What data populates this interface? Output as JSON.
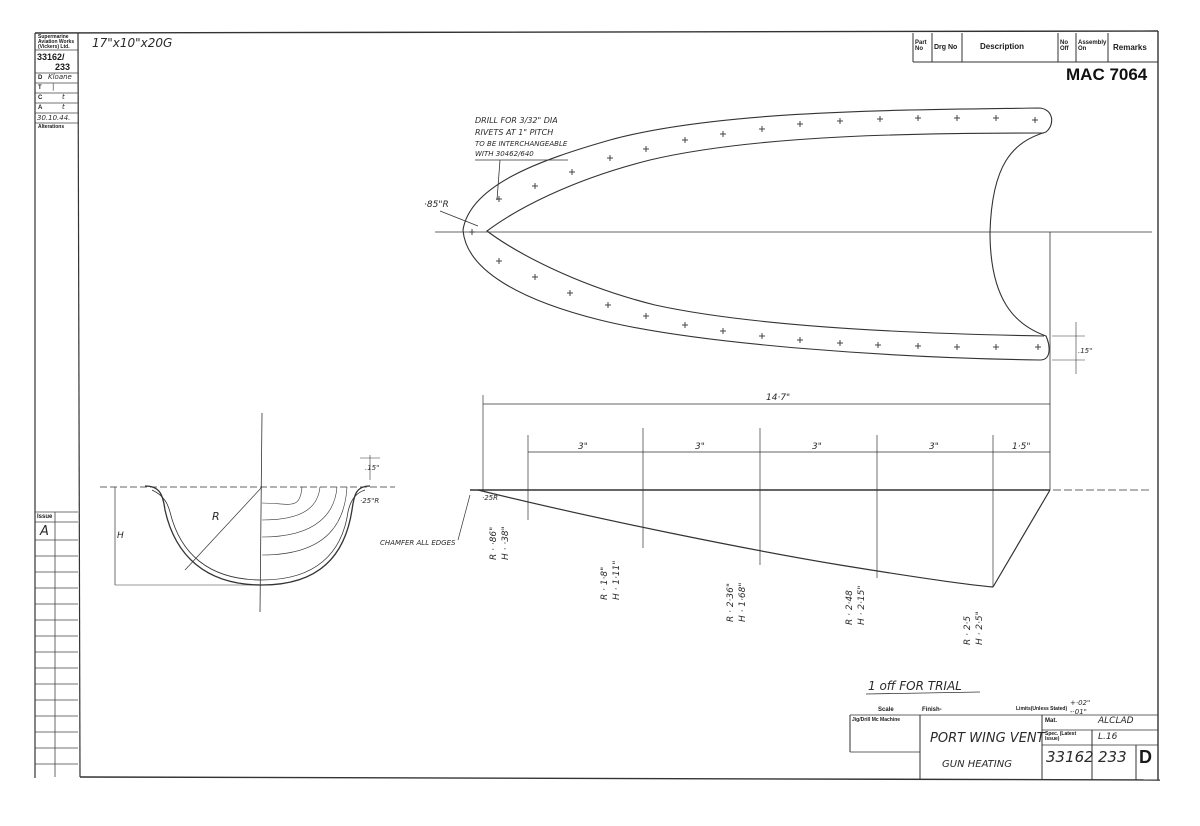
{
  "company": {
    "line1": "Supermarine",
    "line2": "Aviation Works",
    "line3": "(Vickers) Ltd."
  },
  "stock_size": "17\"x10\"x20G",
  "left_block": {
    "drawing_no": "33162/",
    "drawing_sub": "233",
    "rows": [
      {
        "k": "D",
        "v": "Kloane"
      },
      {
        "k": "T",
        "v": "|"
      },
      {
        "k": "C",
        "v": "t"
      },
      {
        "k": "A",
        "v": "t"
      }
    ],
    "date": "30.10.44.",
    "alterations_label": "Alterations",
    "issue_label": "Issue",
    "issue_value": "A"
  },
  "header_table": {
    "part_no": "Part No",
    "drg_no": "Drg No",
    "description": "Description",
    "no_off": "No Off",
    "assembly_on": "Assembly On",
    "remarks": "Remarks"
  },
  "drawing_id": "MAC 7064",
  "notes": {
    "drill_1": "DRILL FOR 3/32\" DIA",
    "drill_2": "RIVETS AT 1\" PITCH",
    "drill_3": "TO BE INTERCHANGEABLE",
    "drill_4": "WITH 30462/640",
    "radius_85": "·85\"R",
    "chamfer": "CHAMFER ALL EDGES",
    "r_small": "·25R",
    "r_small_b": "·25\"R",
    "r_label": "R",
    "h_label": "H",
    "top_small_dim": ".15\"",
    "right_small_dim": ".15\"",
    "trial": "1 off FOR TRIAL"
  },
  "dimensions": {
    "overall": "14·7\"",
    "seg1": "3\"",
    "seg2": "3\"",
    "seg3": "3\"",
    "seg4": "3\"",
    "seg5": "1·5\""
  },
  "stations": [
    {
      "r": "R · ·86\"",
      "h": "H · ·38\""
    },
    {
      "r": "R · 1·8\"",
      "h": "H · 1·11\""
    },
    {
      "r": "R · 2·36\"",
      "h": "H · 1·68\""
    },
    {
      "r": "R · 2·48",
      "h": "H · 2·15\""
    },
    {
      "r": "R · 2·5",
      "h": "H · 2·5\""
    }
  ],
  "title_block": {
    "scale": "Scale",
    "finish": "Finish-",
    "limits": "Limits(Unless Stated)",
    "limits_plus": "+·02\"",
    "limits_minus": "-·01\"",
    "machine": "Jig/Drill Mc Machine",
    "mat_label": "Mat.",
    "mat_value": "ALCLAD",
    "spec_label": "Spec. (Latest Issue)",
    "spec_value": "L.16",
    "title_1": "PORT WING VENT",
    "title_2": "GUN HEATING",
    "number": "33162",
    "sub": "233",
    "letter": "D"
  }
}
